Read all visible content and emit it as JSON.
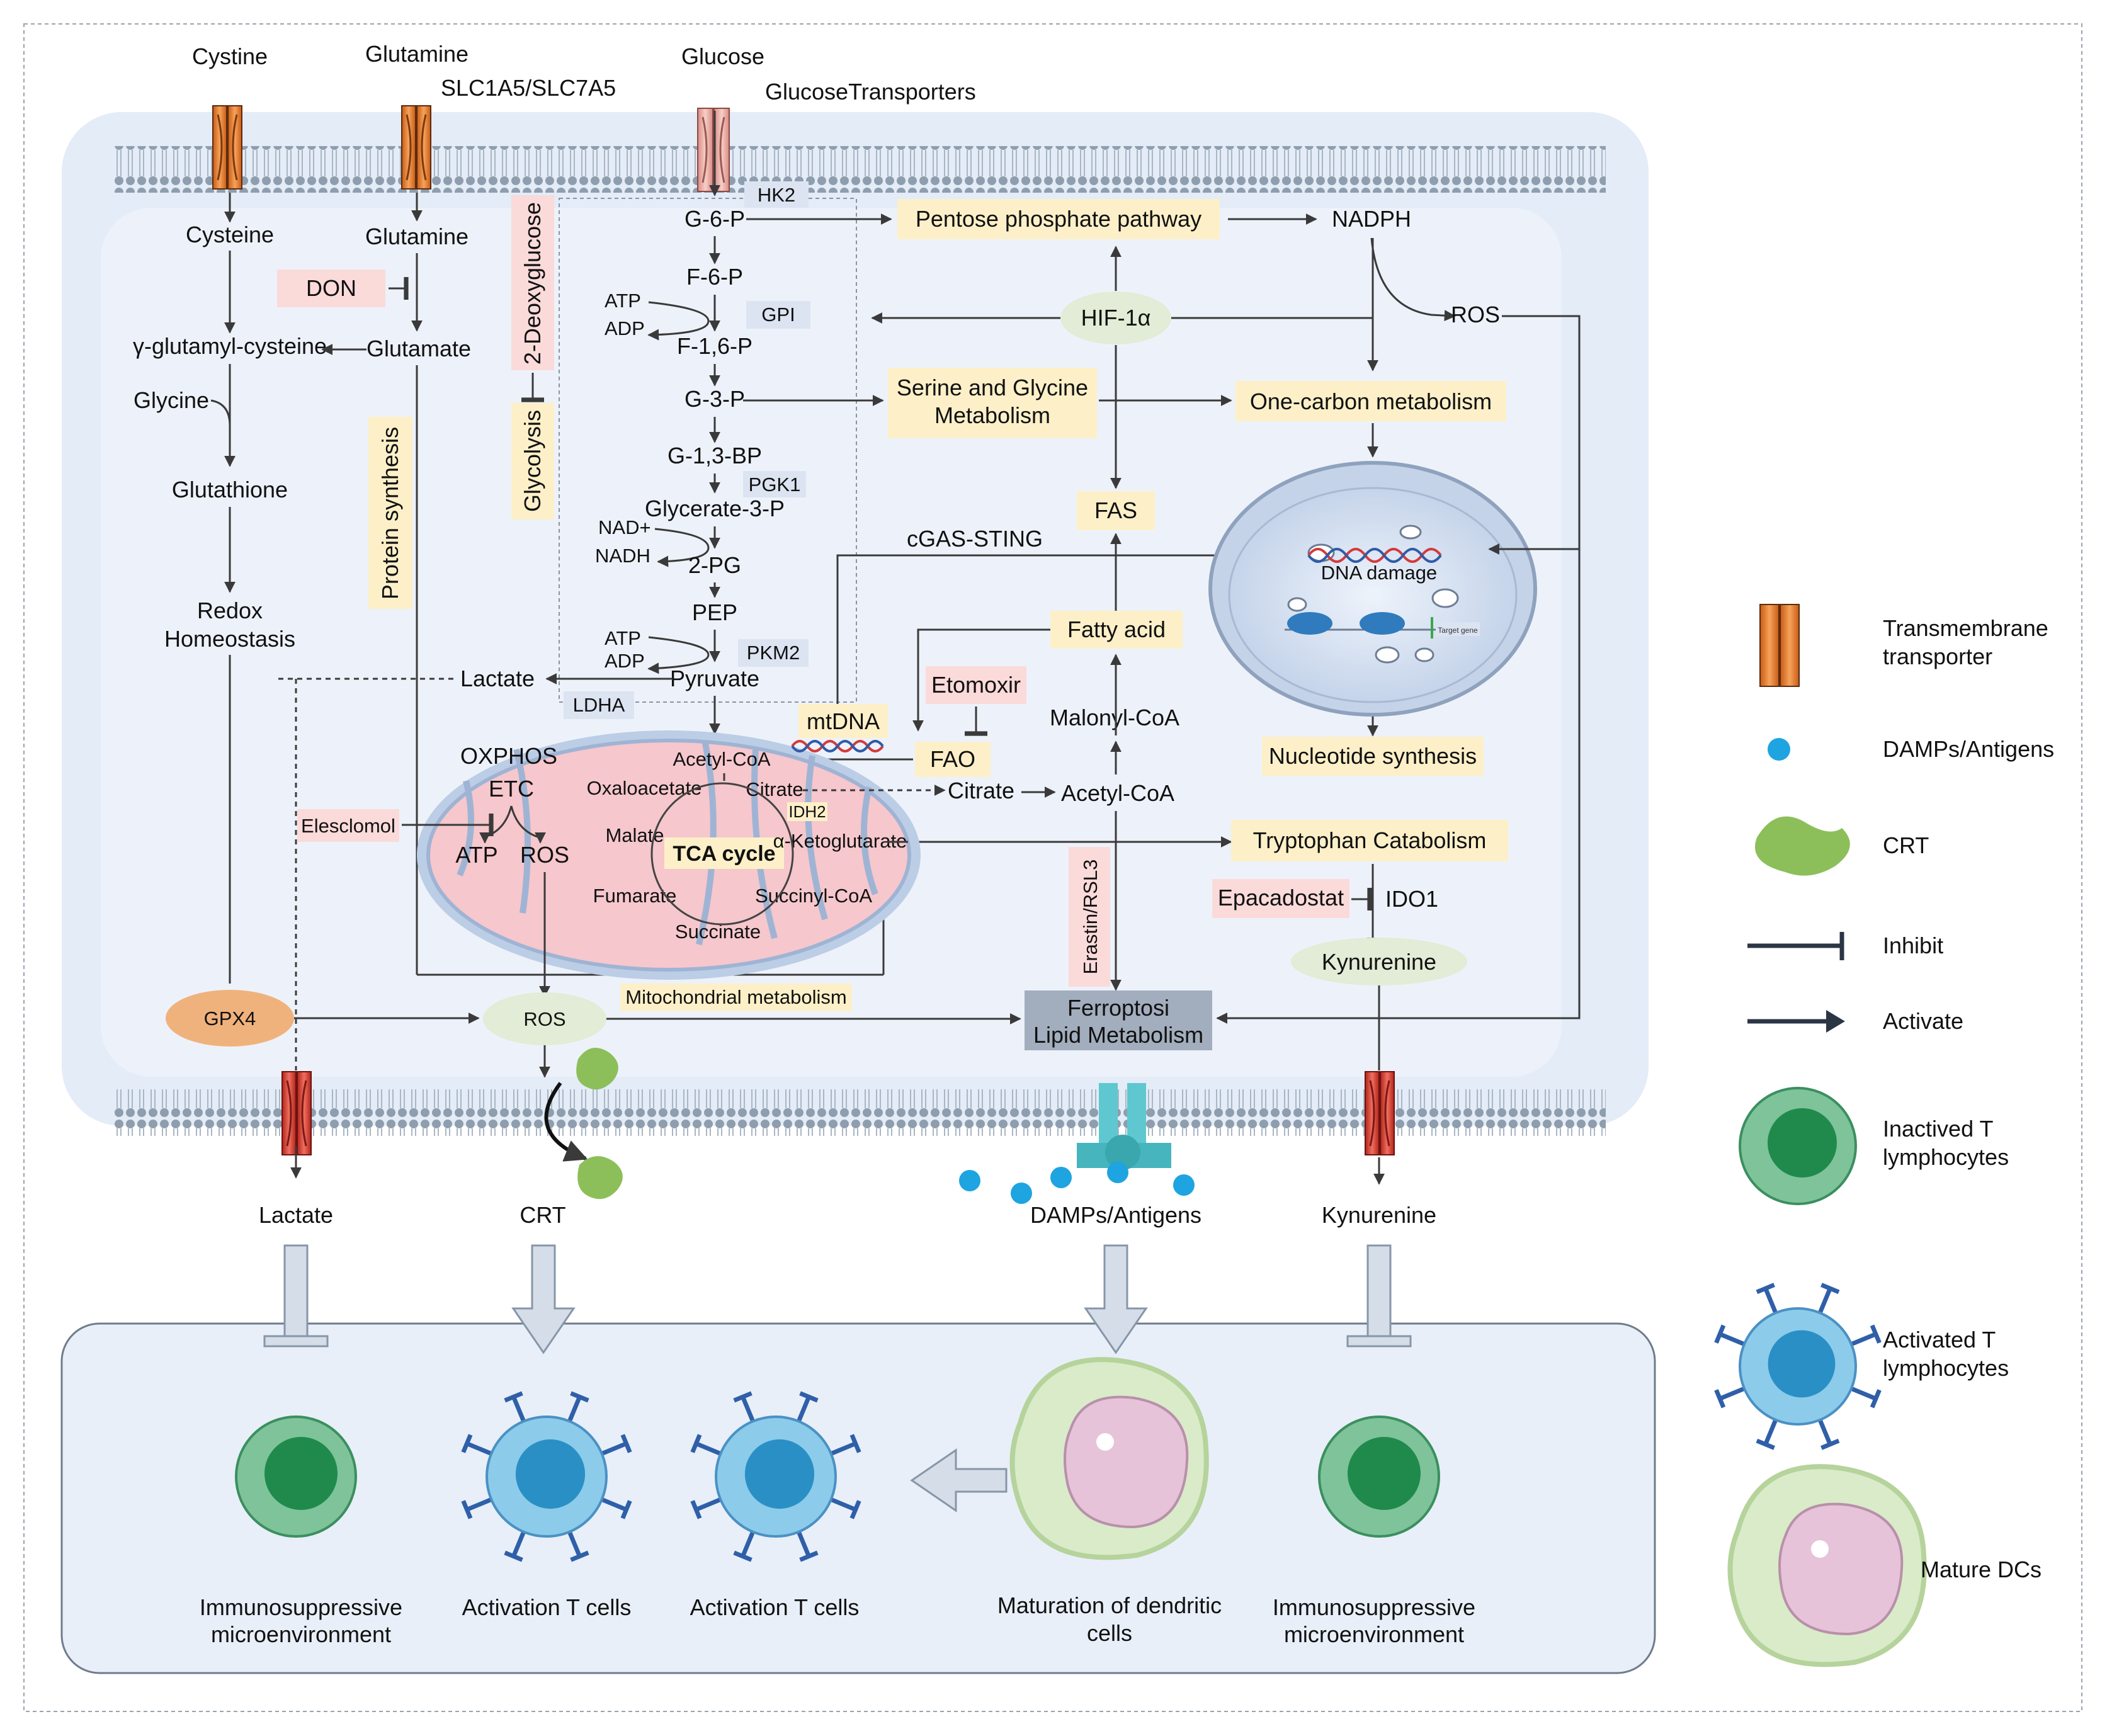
{
  "transport": {
    "cystine": "Cystine",
    "glutamine_in": "Glutamine",
    "slc": "SLC1A5/SLC7A5",
    "glucose": "Glucose",
    "glucose_transporters": "GlucoseTransporters"
  },
  "glutathione": {
    "cysteine": "Cysteine",
    "gamma_glu_cys": "γ-glutamyl-cysteine",
    "glycine": "Glycine",
    "glutathione": "Glutathione",
    "redox1": "Redox",
    "redox2": "Homeostasis"
  },
  "glutamine_path": {
    "glutamine": "Glutamine",
    "don": "DON",
    "glutamate": "Glutamate",
    "protein_synthesis": "Protein synthesis"
  },
  "glycolysis": {
    "deoxyglucose": "2-Deoxyglucose",
    "label": "Glycolysis",
    "hk2": "HK2",
    "g6p": "G-6-P",
    "f6p": "F-6-P",
    "atp1": "ATP",
    "adp1": "ADP",
    "gpi": "GPI",
    "f16p": "F-1,6-P",
    "g3p": "G-3-P",
    "g13bp": "G-1,3-BP",
    "pgk1": "PGK1",
    "glycerate3p": "Glycerate-3-P",
    "nad": "NAD+",
    "nadh": "NADH",
    "pg2": "2-PG",
    "pep": "PEP",
    "atp2": "ATP",
    "adp2": "ADP",
    "pkm2": "PKM2",
    "pyruvate": "Pyruvate",
    "lactate": "Lactate",
    "ldha": "LDHA"
  },
  "mito": {
    "oxphos": "OXPHOS",
    "etc": "ETC",
    "atp": "ATP",
    "ros": "ROS",
    "elesclomol": "Elesclomol",
    "acetyl_coa": "Acetyl-CoA",
    "oxaloacetate": "Oxaloacetate",
    "citrate": "Citrate",
    "idh2": "IDH2",
    "malate": "Malate",
    "tca": "TCA cycle",
    "akg": "α-Ketoglutarate",
    "fumarate": "Fumarate",
    "succinyl": "Succinyl-CoA",
    "succinate": "Succinate",
    "mtdna": "mtDNA",
    "mito_metabolism": "Mitochondrial metabolism"
  },
  "lipid": {
    "ppp": "Pentose phosphate pathway",
    "nadph": "NADPH",
    "ros": "ROS",
    "hif": "HIF-1α",
    "serine1": "Serine and Glycine",
    "serine2": "Metabolism",
    "one_carbon": "One-carbon metabolism",
    "fas": "FAS",
    "cgas": "cGAS-STING",
    "fatty_acid": "Fatty acid",
    "etomoxir": "Etomoxir",
    "fao": "FAO",
    "malonyl": "Malonyl-CoA",
    "citrate": "Citrate",
    "acetyl_coa": "Acetyl-CoA",
    "erastin": "Erastin/RSL3",
    "ferro1": "Ferroptosi",
    "ferro2": "Lipid Metabolism"
  },
  "nucleus": {
    "dna_damage": "DNA damage",
    "target_gene": "Target gene",
    "nucleotide": "Nucleotide synthesis"
  },
  "tryptophan": {
    "catabolism": "Tryptophan Catabolism",
    "epacadostat": "Epacadostat",
    "ido1": "IDO1",
    "kynurenine": "Kynurenine"
  },
  "lower": {
    "gpx4": "GPX4",
    "ros": "ROS",
    "lactate": "Lactate",
    "crt": "CRT",
    "damps": "DAMPs/Antigens",
    "kynurenine": "Kynurenine"
  },
  "outcomes": {
    "immuno1a": "Immunosuppressive",
    "immuno1b": "microenvironment",
    "act1": "Activation T cells",
    "act2": "Activation T cells",
    "mat1": "Maturation of dendritic",
    "mat2": "cells",
    "immuno2a": "Immunosuppressive",
    "immuno2b": "microenvironment"
  },
  "legend": {
    "transporter1": "Transmembrane",
    "transporter2": "transporter",
    "damps": "DAMPs/Antigens",
    "crt": "CRT",
    "inhibit": "Inhibit",
    "activate": "Activate",
    "inactive1": "Inactived T",
    "inactive2": "lymphocytes",
    "active1": "Activated T",
    "active2": "lymphocytes",
    "dcs": "Mature DCs"
  },
  "colors": {
    "label_box": "#fdf0c8",
    "enzyme_box": "#dce4f2",
    "drug_box": "#fbdada",
    "drug_text": "#e8212b",
    "hif_ellipse": "#e2ecd6",
    "ferroptosis_box": "#a2adbd",
    "gpx4": "#f0b27c",
    "mitochondrion": "#f6c7cc",
    "cell_bg": "#e6eef8",
    "transporter_orange": "#f08a3a",
    "transporter_red": "#e0463a",
    "damps_blue": "#1ea4e0",
    "crt_green": "#8cbf5a",
    "tcell_inactive": "#2a9a5b",
    "tcell_active": "#2aa6d6"
  }
}
